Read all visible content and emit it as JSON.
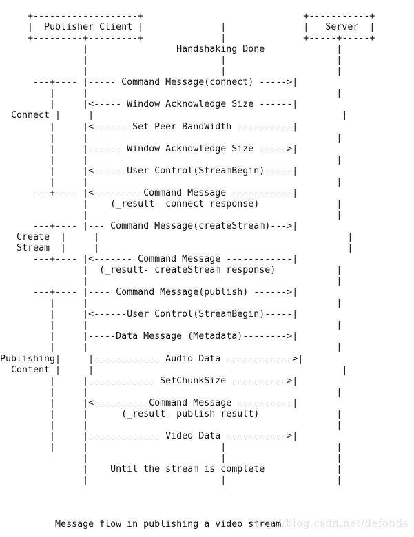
{
  "diagram_lines": [
    "",
    "     +-------------------+                             +-----------+",
    "     |  Publisher Client |              |              |   Server  |",
    "     +---------+---------+              |              +-----+-----+",
    "               |                Handshaking Done             |",
    "               |                        |                    |",
    "               |                        |                    |",
    "      ---+---- |----- Command Message(connect) ----->|",
    "         |     |                                             |",
    "         |     |<----- Window Acknowledge Size ------|",
    "  Connect |     |                                             |",
    "         |     |<-------Set Peer BandWidth ----------|",
    "         |     |                                             |",
    "         |     |------ Window Acknowledge Size ----->|",
    "         |     |                                             |",
    "         |     |<------User Control(StreamBegin)-----|",
    "         |     |                                             |",
    "      ---+---- |<---------Command Message -----------|",
    "               |    (_result- connect response)              |",
    "               |                                             |",
    "      ---+---- |--- Command Message(createStream)--->|",
    "   Create  |     |                                             |",
    "   Stream  |     |                                             |",
    "      ---+---- |<------- Command Message ------------|",
    "               |  (_result- createStream response)           |",
    "               |                                             |",
    "      ---+---- |---- Command Message(publish) ------>|",
    "         |     |                                             |",
    "         |     |<------User Control(StreamBegin)-----|",
    "         |     |                                             |",
    "         |     |-----Data Message (Metadata)-------->|",
    "         |     |                                             |",
    "Publishing|     |------------ Audio Data ------------>|",
    "  Content |     |                                             |",
    "         |     |------------ SetChunkSize ---------->|",
    "         |     |                                             |",
    "         |     |<----------Command Message ----------|",
    "         |     |      (_result- publish result)              |",
    "         |     |                                             |",
    "         |     |------------- Video Data ----------->|",
    "         |     |                        |                    |",
    "               |                        |                    |",
    "               |    Until the stream is complete             |",
    "               |                        |                    |",
    "",
    "",
    "",
    "          Message flow in publishing a video stream"
  ],
  "watermark": "http://blog.csdn.net/defonds"
}
